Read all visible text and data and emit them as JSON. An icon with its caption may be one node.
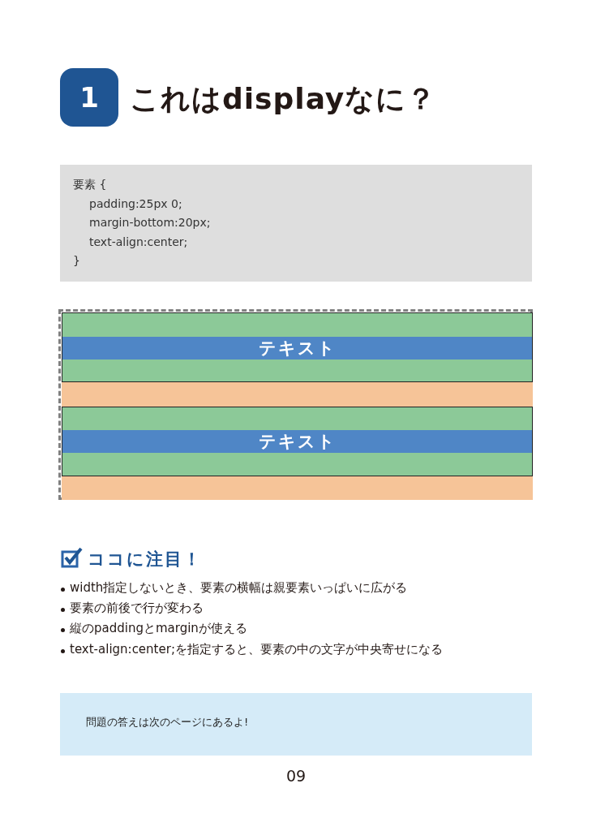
{
  "diagram": {
    "title": "これはdisplayなに？",
    "nodes": [
      {
        "text": [
          "1"
        ]
      },
      {
        "text": [
          "要素 {",
          "padding:25px 0;",
          "margin-bottom:20px;",
          "text-align:center;",
          "}"
        ]
      },
      {
        "text": [],
        "shape": "box"
      },
      {
        "text": [],
        "shape": "box",
        "in": 2
      },
      {
        "text": [
          "テキスト"
        ],
        "in": 3
      },
      {
        "text": [],
        "shape": "bar",
        "in": 2
      },
      {
        "text": [],
        "shape": "box",
        "in": 2
      },
      {
        "text": [
          "テキスト"
        ],
        "in": 6
      },
      {
        "text": [],
        "shape": "bar",
        "in": 2
      },
      {
        "text": [
          "問題の答えは次のページにあるよ!"
        ]
      }
    ],
    "edges": [],
    "labels": [
      "ココに注目！",
      "width指定しないとき、要素の横幅は親要素いっぱいに広がる",
      "要素の前後で行が変わる",
      "縦のpaddingとmarginが使える",
      "text-align:center;を指定すると、要素の中の文字が中央寄せになる",
      "09"
    ]
  }
}
